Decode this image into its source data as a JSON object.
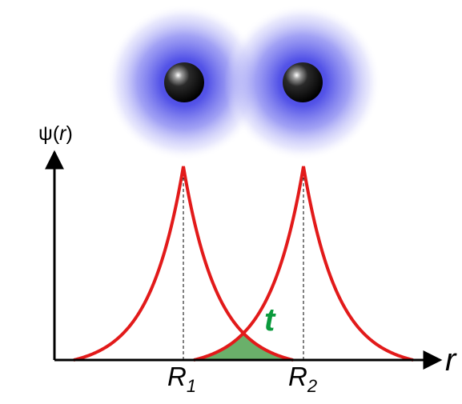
{
  "labels": {
    "y_axis_psi": "ψ(",
    "y_axis_r": "r",
    "y_axis_close": ")",
    "x_axis": "r",
    "r1_main": "R",
    "r1_sub": "1",
    "r2_main": "R",
    "r2_sub": "2",
    "overlap": "t"
  },
  "colors": {
    "curve": "#e21a1a",
    "overlap_fill": "#6ab06a",
    "overlap_label": "#0a9a3c",
    "cloud": "#4f4fe6",
    "nucleus": "#000000",
    "axis": "#000000"
  }
}
